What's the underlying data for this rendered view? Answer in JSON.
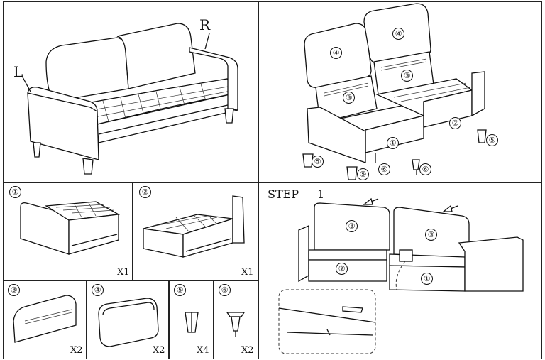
{
  "overview": {
    "left_label": "L",
    "right_label": "R"
  },
  "exploded": {
    "callouts": [
      "④",
      "④",
      "③",
      "③",
      "①",
      "②",
      "⑤",
      "⑤",
      "⑤",
      "⑥",
      "⑥"
    ]
  },
  "parts": [
    {
      "id": "①",
      "qty": "X1"
    },
    {
      "id": "②",
      "qty": "X1"
    },
    {
      "id": "③",
      "qty": "X2"
    },
    {
      "id": "④",
      "qty": "X2"
    },
    {
      "id": "⑤",
      "qty": "X4"
    },
    {
      "id": "⑥",
      "qty": "X2"
    }
  ],
  "step": {
    "label": "STEP",
    "number": "1",
    "callouts": [
      "③",
      "③",
      "②",
      "①"
    ]
  }
}
